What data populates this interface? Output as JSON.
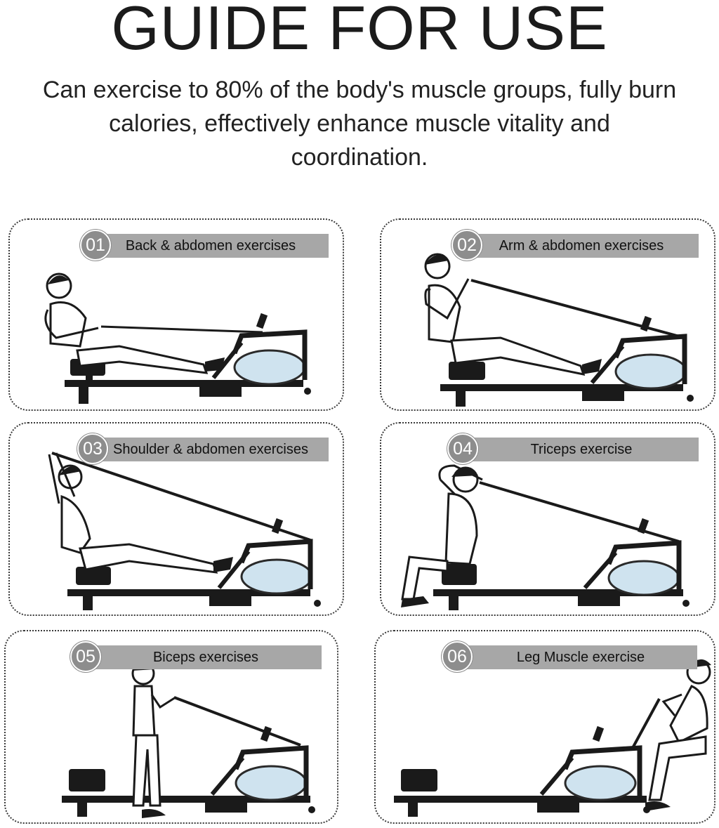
{
  "page": {
    "title": "GUIDE FOR USE",
    "subtitle": "Can exercise to 80% of the body's muscle groups, fully burn calories, effectively enhance muscle vitality and coordination."
  },
  "panels": [
    {
      "number": "01",
      "label": "Back & abdomen exercises",
      "pose": "seated-pull"
    },
    {
      "number": "02",
      "label": "Arm & abdomen exercises",
      "pose": "seated-high-pull"
    },
    {
      "number": "03",
      "label": "Shoulder & abdomen exercises",
      "pose": "seated-overhead"
    },
    {
      "number": "04",
      "label": "Triceps exercise",
      "pose": "seated-behind-head"
    },
    {
      "number": "05",
      "label": "Biceps exercises",
      "pose": "standing-curl"
    },
    {
      "number": "06",
      "label": "Leg Muscle exercise",
      "pose": "squat"
    }
  ],
  "colors": {
    "banner": "#a7a7a7",
    "badge": "#8d8d8d",
    "machine": "#1a1a1a",
    "tank": "#cfe3ef"
  }
}
